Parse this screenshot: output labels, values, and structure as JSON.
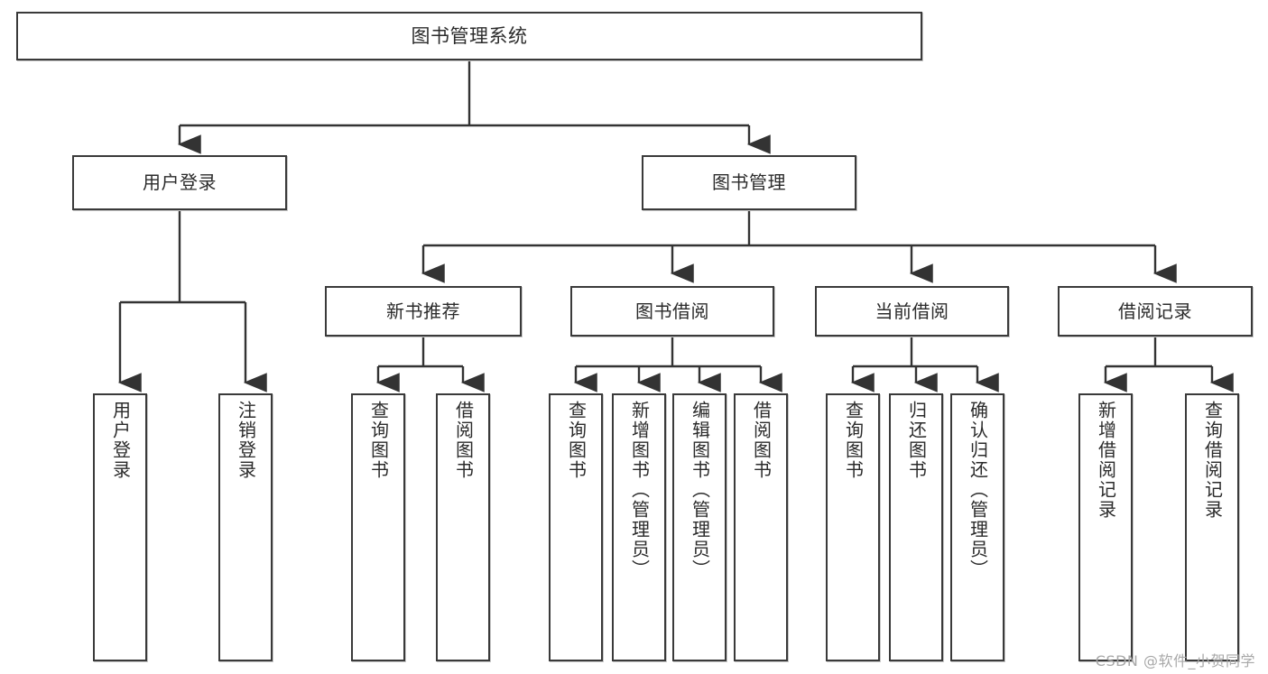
{
  "diagram": {
    "type": "tree-flowchart",
    "title": "图书管理系统",
    "watermark": "CSDN @软件_小贺同学",
    "colors": {
      "box_border": "#3a3a3a",
      "box_fill": "#ffffff",
      "connector": "#333333",
      "text": "#2b2b2b",
      "watermark": "#a8a8a8",
      "background": "#ffffff"
    },
    "nodes": {
      "root": {
        "label": "图书管理系统"
      },
      "level2": [
        {
          "id": "user-login",
          "label": "用户登录"
        },
        {
          "id": "book-management",
          "label": "图书管理"
        }
      ],
      "level3": [
        {
          "id": "new-book-recommend",
          "label": "新书推荐"
        },
        {
          "id": "book-borrow",
          "label": "图书借阅"
        },
        {
          "id": "current-borrow",
          "label": "当前借阅"
        },
        {
          "id": "borrow-record",
          "label": "借阅记录"
        }
      ],
      "leaves": {
        "user_login": [
          {
            "id": "leaf-user-login",
            "label": "用户登录"
          },
          {
            "id": "leaf-logout-login",
            "label": "注销登录"
          }
        ],
        "new_book_recommend": [
          {
            "id": "leaf-query-book-1",
            "label": "查询图书"
          },
          {
            "id": "leaf-borrow-book-1",
            "label": "借阅图书"
          }
        ],
        "book_borrow": [
          {
            "id": "leaf-query-book-2",
            "label": "查询图书"
          },
          {
            "id": "leaf-add-book",
            "label": "新增图书（管理员）"
          },
          {
            "id": "leaf-edit-book",
            "label": "编辑图书（管理员）"
          },
          {
            "id": "leaf-borrow-book-2",
            "label": "借阅图书"
          }
        ],
        "current_borrow": [
          {
            "id": "leaf-query-book-3",
            "label": "查询图书"
          },
          {
            "id": "leaf-return-book",
            "label": "归还图书"
          },
          {
            "id": "leaf-confirm-return",
            "label": "确认归还（管理员）"
          }
        ],
        "borrow_record": [
          {
            "id": "leaf-add-record",
            "label": "新增借阅记录"
          },
          {
            "id": "leaf-query-record",
            "label": "查询借阅记录"
          }
        ]
      }
    }
  }
}
